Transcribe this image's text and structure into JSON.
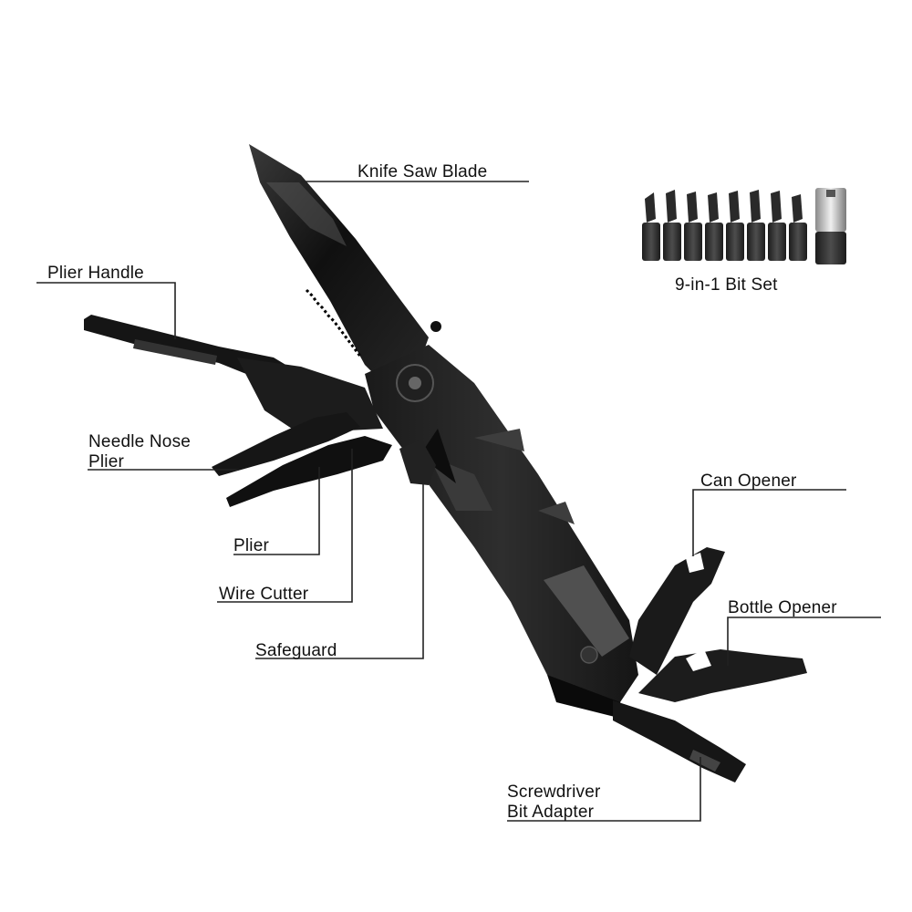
{
  "labels": {
    "knife_saw_blade": "Knife Saw Blade",
    "plier_handle": "Plier Handle",
    "needle_nose_line1": "Needle Nose",
    "needle_nose_line2": "Plier",
    "plier": "Plier",
    "wire_cutter": "Wire Cutter",
    "safeguard": "Safeguard",
    "can_opener": "Can Opener",
    "bottle_opener": "Bottle Opener",
    "screwdriver_line1": "Screwdriver",
    "screwdriver_line2": "Bit Adapter",
    "bit_set": "9-in-1 Bit Set"
  },
  "bit_set": {
    "count": 9
  },
  "colors": {
    "leader_line": "#222222",
    "steel_dark": "#141414",
    "steel_mid": "#2c2c2c",
    "steel_light": "#4a4a4a"
  }
}
